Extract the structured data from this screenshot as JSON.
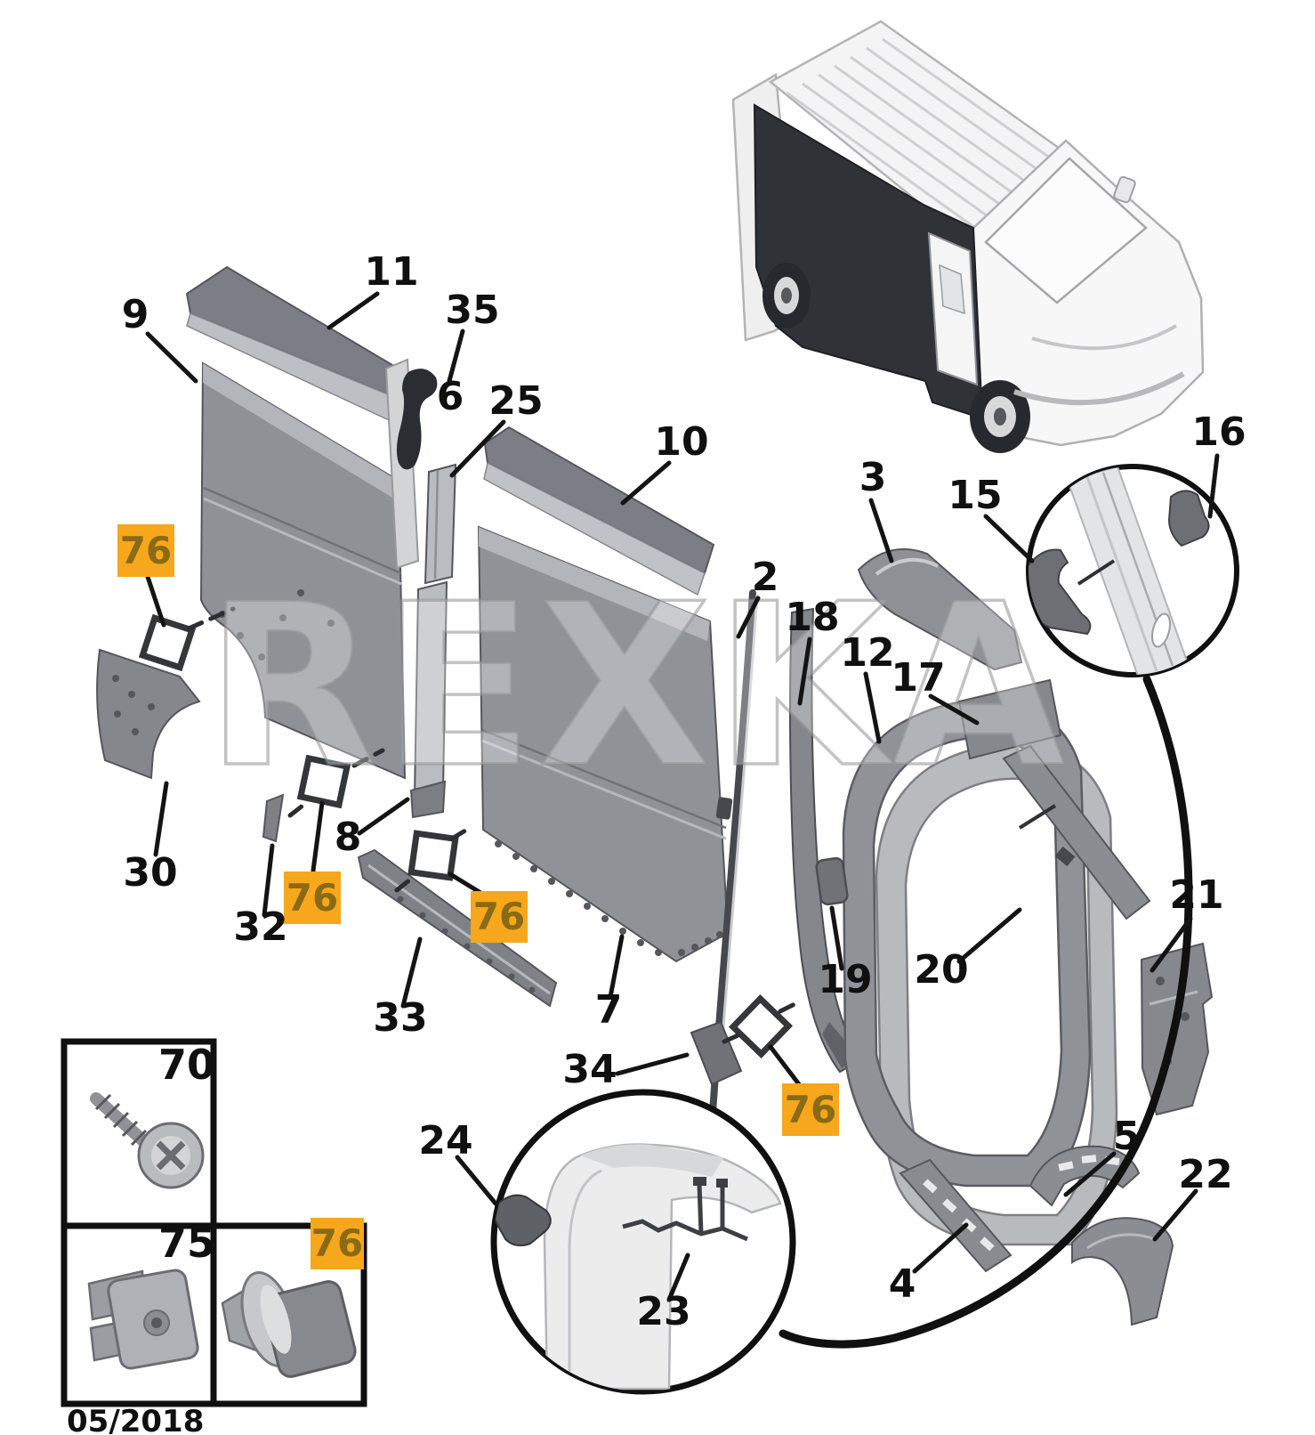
{
  "diagram": {
    "watermark": "REXKA",
    "date_code": "05/2018",
    "accent_color": "#F6A71B",
    "badge_text_color": "#8A6A15",
    "fastener_badge_label": "76",
    "callouts": {
      "p2": "2",
      "p3": "3",
      "p4": "4",
      "p5": "5",
      "p6": "6",
      "p7": "7",
      "p8": "8",
      "p9": "9",
      "p10": "10",
      "p11": "11",
      "p12": "12",
      "p15": "15",
      "p16": "16",
      "p17": "17",
      "p18": "18",
      "p19": "19",
      "p20": "20",
      "p21": "21",
      "p22": "22",
      "p23": "23",
      "p24": "24",
      "p25": "25",
      "p30": "30",
      "p32": "32",
      "p33": "33",
      "p34": "34",
      "p35": "35"
    },
    "legend": {
      "screw_label": "70",
      "clip_label": "75",
      "grommet_label": "76"
    }
  }
}
